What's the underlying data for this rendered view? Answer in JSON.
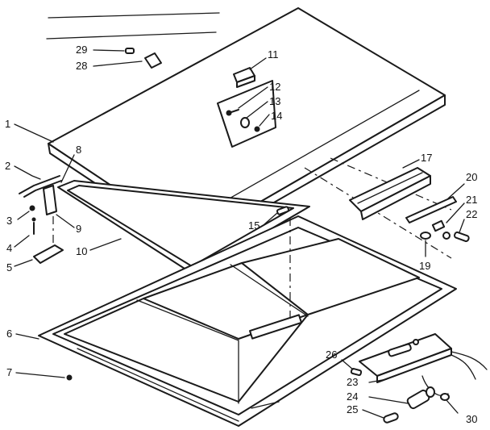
{
  "labels": {
    "l1": "1",
    "l2": "2",
    "l3": "3",
    "l4": "4",
    "l5": "5",
    "l6": "6",
    "l7": "7",
    "l8": "8",
    "l9": "9",
    "l10": "10",
    "l11": "11",
    "l12": "12",
    "l13": "13",
    "l14": "14",
    "l15": "15",
    "l17": "17",
    "l19": "19",
    "l20": "20",
    "l21": "21",
    "l22": "22",
    "l23": "23",
    "l24": "24",
    "l25": "25",
    "l26": "26",
    "l28": "28",
    "l29": "29",
    "l30": "30"
  }
}
